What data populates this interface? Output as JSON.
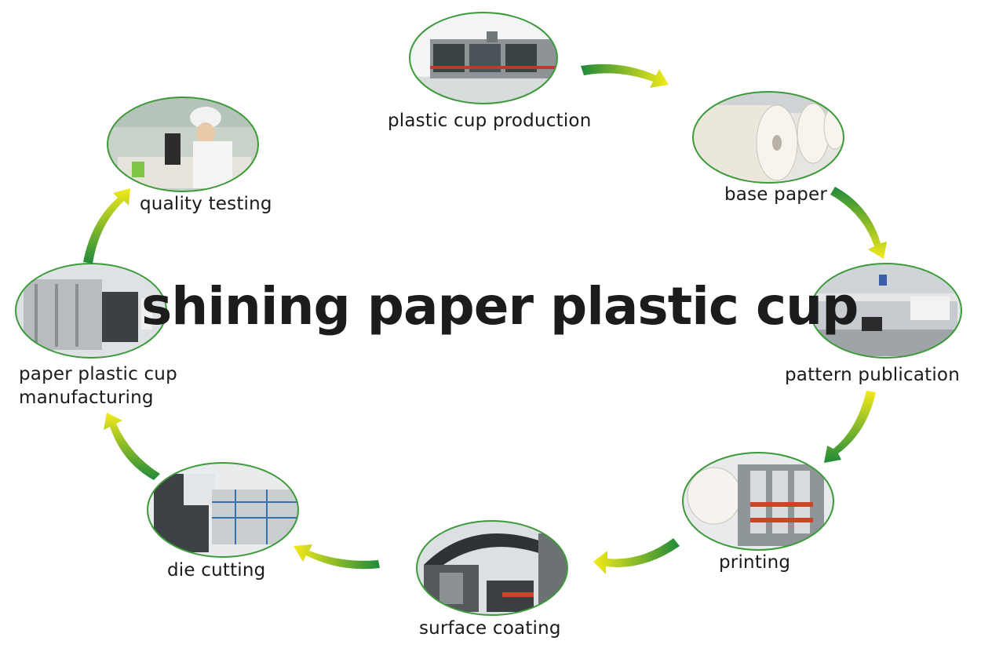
{
  "title": "shining paper plastic cup",
  "steps": {
    "plastic_cup_production": "plastic cup production",
    "base_paper": "base paper",
    "pattern_publication": "pattern publication",
    "printing": "printing",
    "surface_coating": "surface coating",
    "die_cutting": "die cutting",
    "paper_plastic_cup_manufacturing_line1": "paper plastic cup",
    "paper_plastic_cup_manufacturing_line2": "manufacturing",
    "quality_testing": "quality testing"
  },
  "colors": {
    "arrow_green": "#1e8a3a",
    "arrow_yellow": "#f4ea1a",
    "ellipse_border": "#3d9a3a",
    "text": "#1a1a1a"
  }
}
